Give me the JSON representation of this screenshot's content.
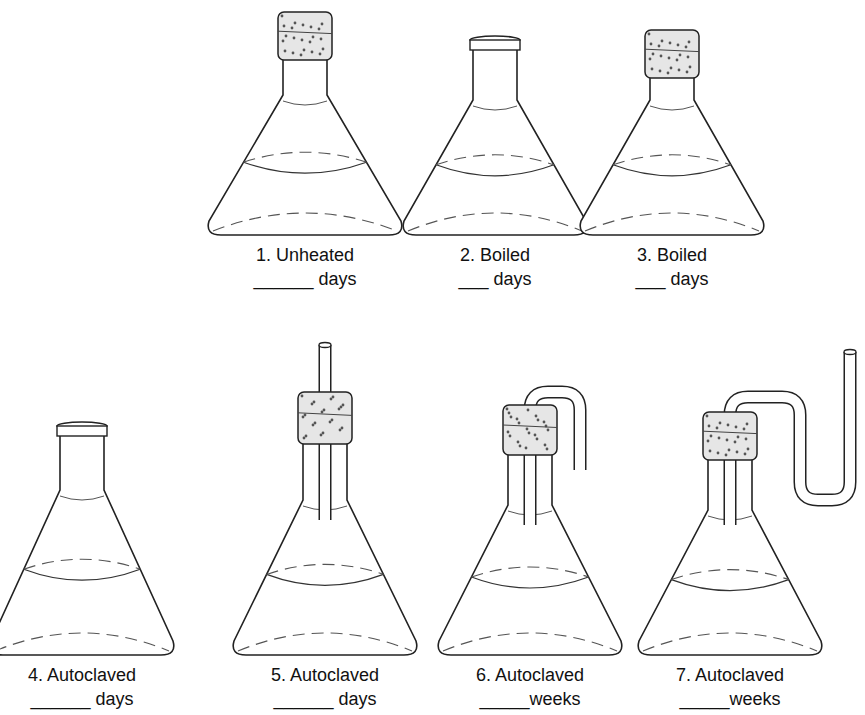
{
  "diagram": {
    "labels": [
      "1. Unheated",
      "______ days",
      "2. Boiled",
      "___ days",
      "3. Boiled",
      "___ days",
      "4. Autoclaved",
      "______ days",
      "5. Autoclaved",
      "______ days",
      "6. Autoclaved",
      "_____weeks",
      "7. Autoclaved",
      "_____weeks"
    ]
  }
}
